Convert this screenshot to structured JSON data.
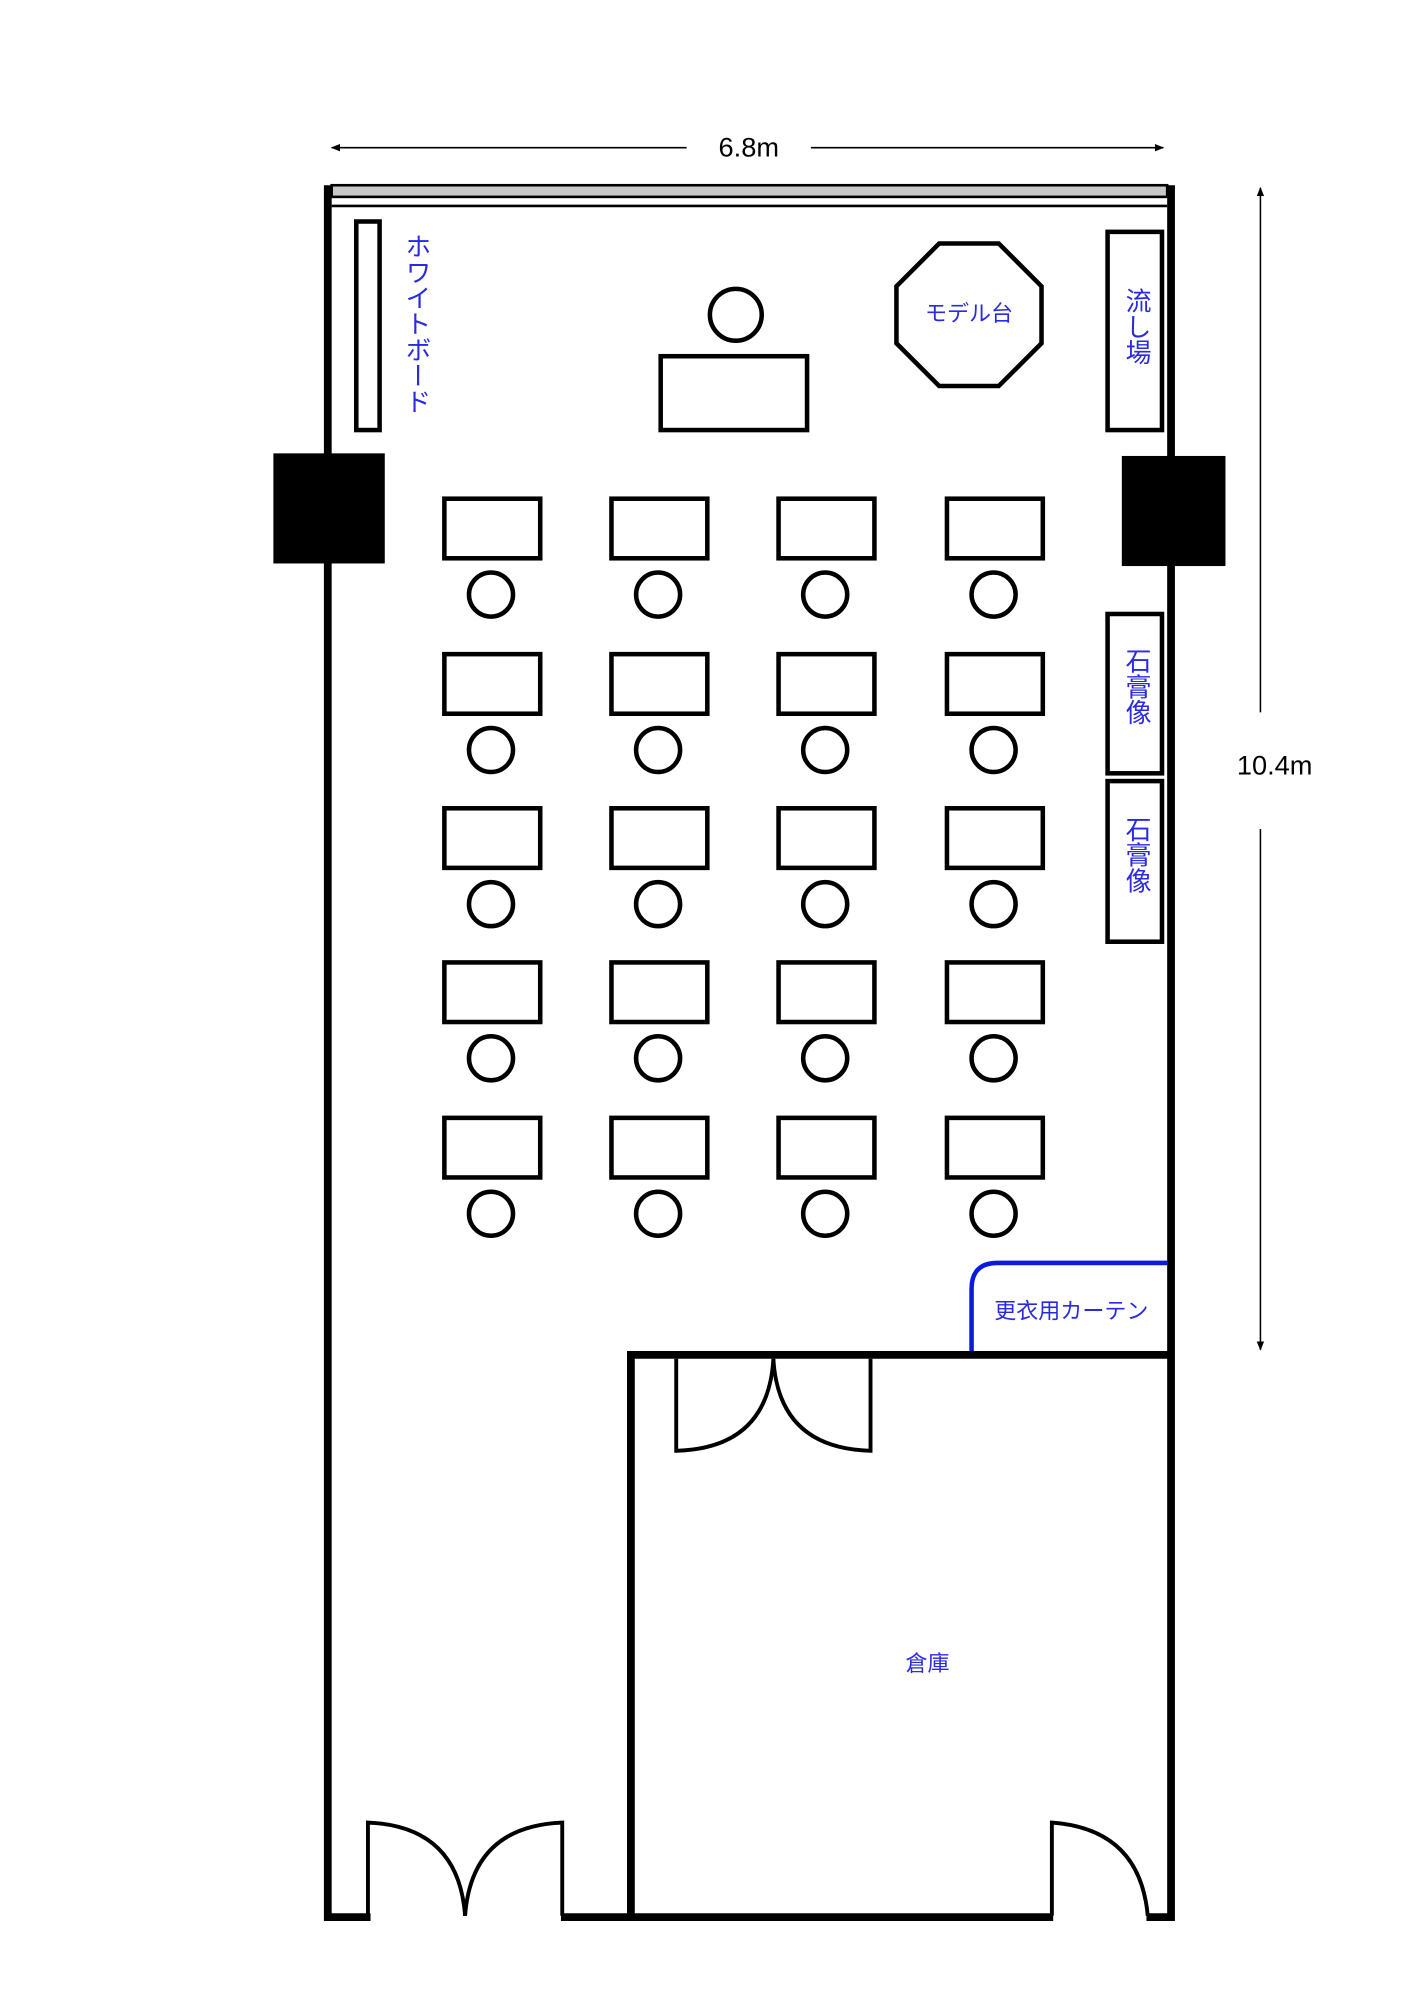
{
  "dimensions": {
    "width": "6.8m",
    "height": "10.4m"
  },
  "labels": {
    "whiteboard": "ホワイトボード",
    "model_stand": "モデル台",
    "sink": "流し場",
    "plaster_statue_1": "石膏像",
    "plaster_statue_2": "石膏像",
    "changing_curtain": "更衣用カーテン",
    "storage": "倉庫"
  },
  "desk_grid": {
    "rows": 5,
    "cols": 4
  },
  "colors": {
    "label": "#2a2ae0",
    "curtain": "#0a1adf",
    "wall": "#000000",
    "window": "#c8c8c8"
  }
}
